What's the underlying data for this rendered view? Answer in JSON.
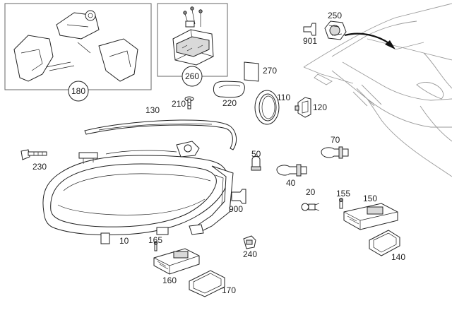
{
  "labels": {
    "p10": "10",
    "p20": "20",
    "p40": "40",
    "p50": "50",
    "p70": "70",
    "p110": "110",
    "p120": "120",
    "p130": "130",
    "p140": "140",
    "p150": "150",
    "p155": "155",
    "p160": "160",
    "p165": "165",
    "p170": "170",
    "p180": "180",
    "p210": "210",
    "p220": "220",
    "p230": "230",
    "p240": "240",
    "p250": "250",
    "p260": "260",
    "p270": "270",
    "p900": "900",
    "p901": "901"
  }
}
